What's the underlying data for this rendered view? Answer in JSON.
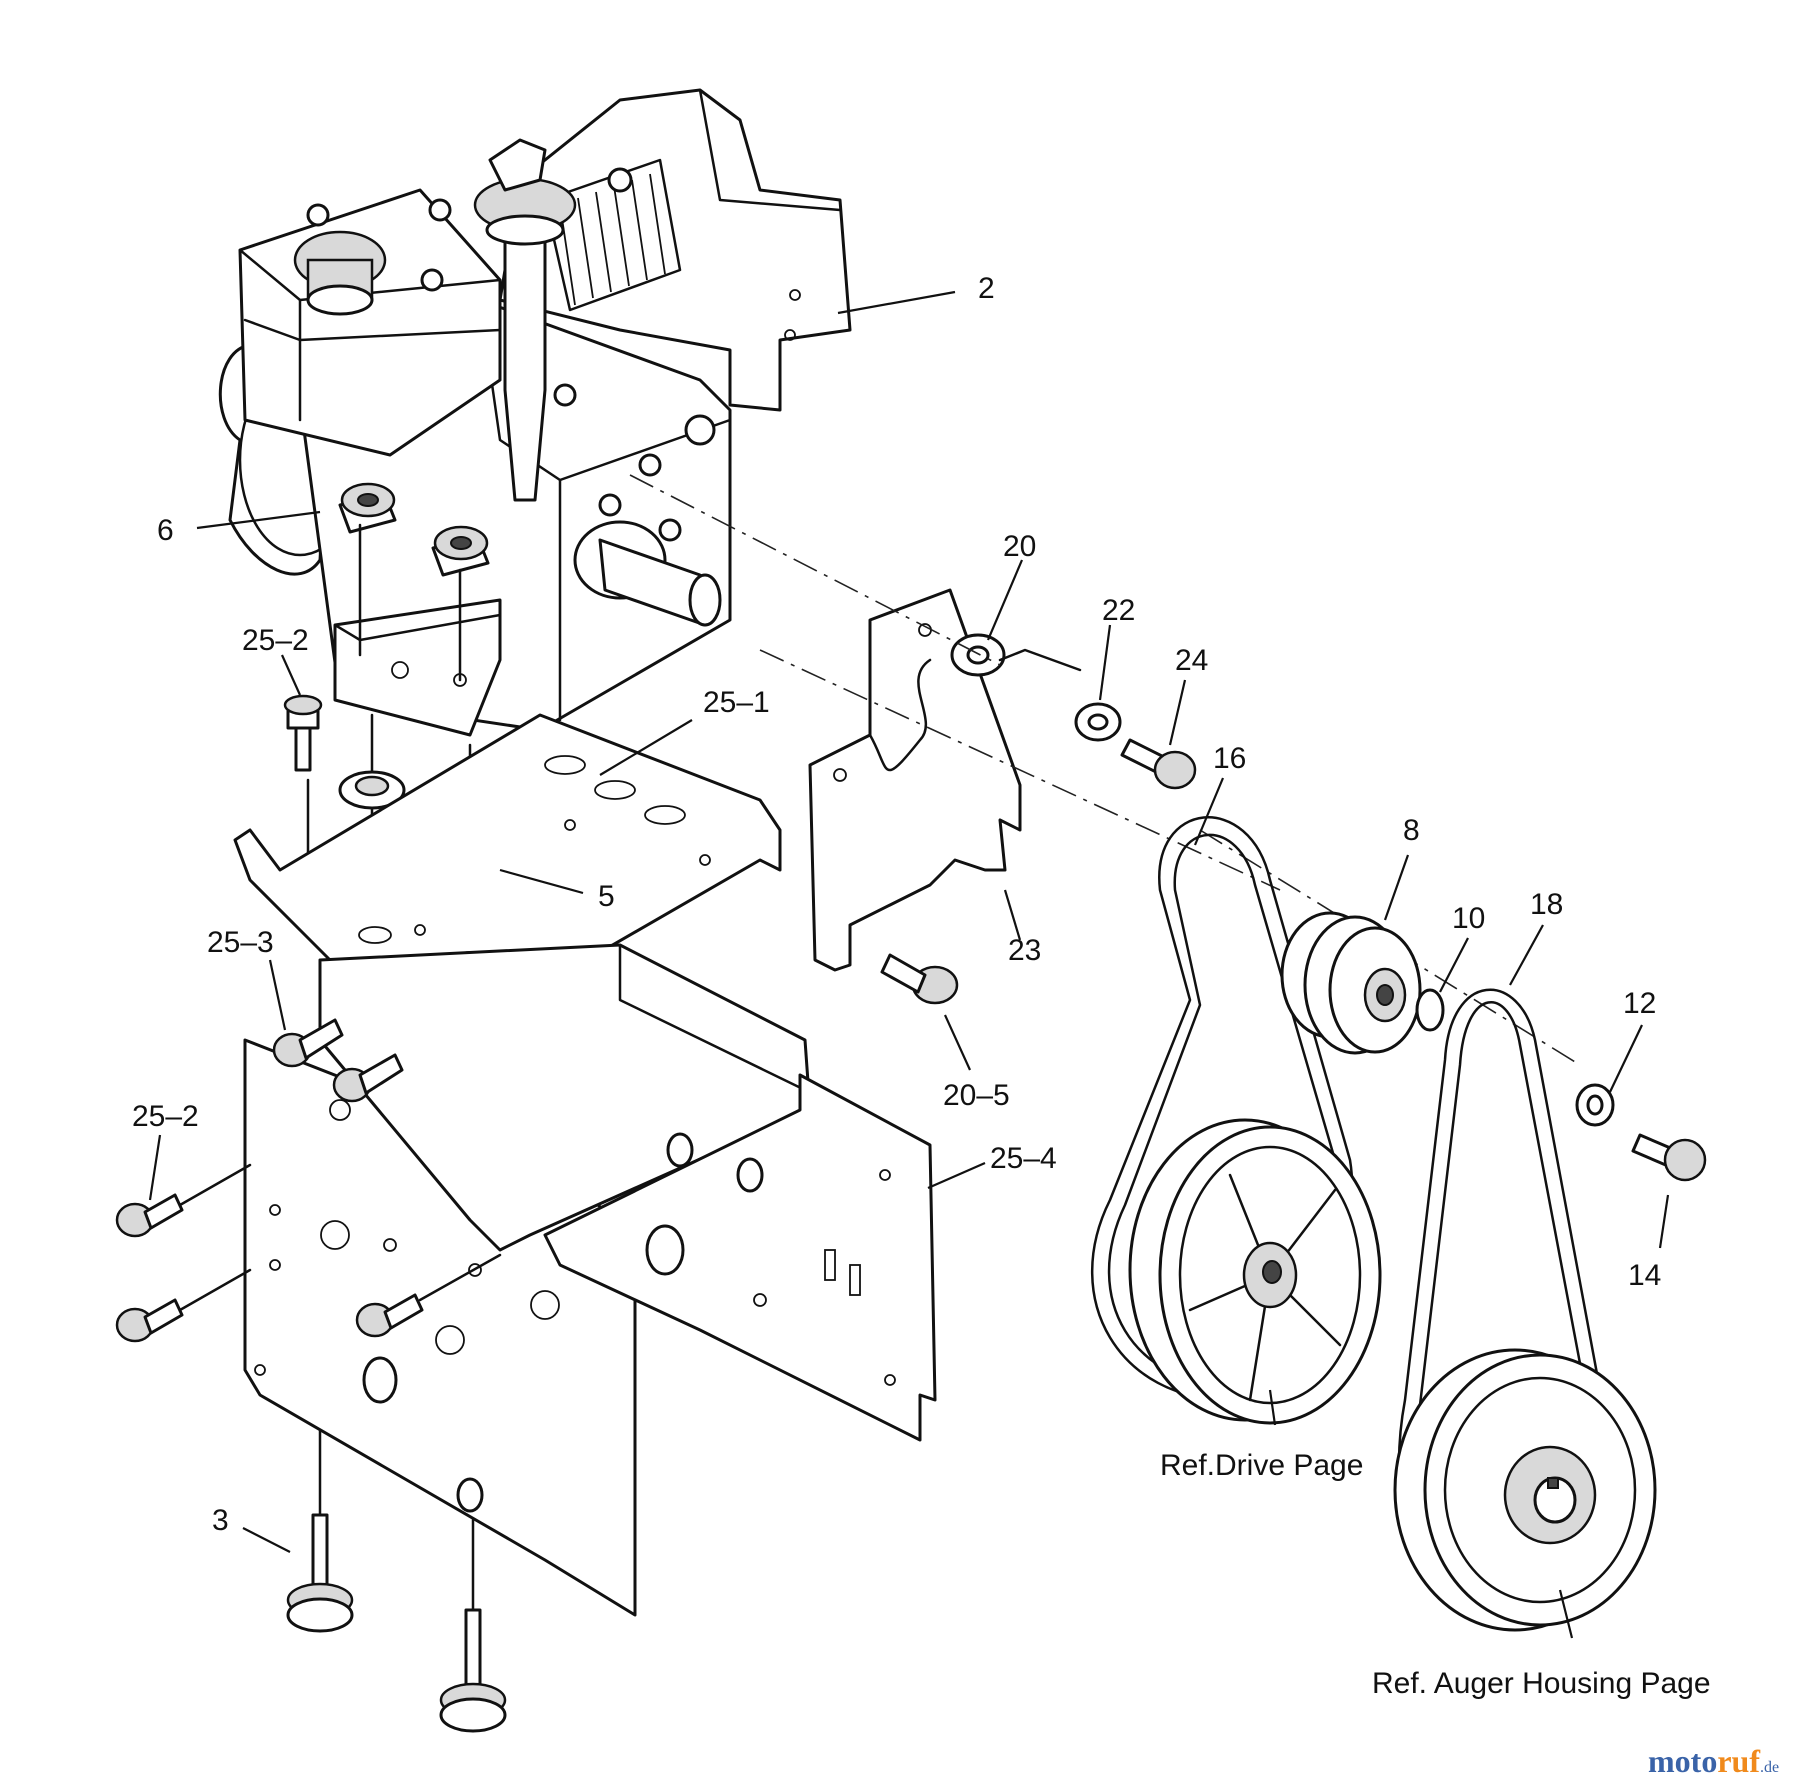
{
  "callouts": {
    "p2": "2",
    "p6": "6",
    "p20": "20",
    "p22": "22",
    "p24": "24",
    "p25_2_top": "25–2",
    "p25_1": "25–1",
    "p16": "16",
    "p8": "8",
    "p5": "5",
    "p10": "10",
    "p18": "18",
    "p25_3": "25–3",
    "p23": "23",
    "p12": "12",
    "p20_5": "20–5",
    "p25_2_left": "25–2",
    "p25_4": "25–4",
    "p14": "14",
    "p3": "3"
  },
  "references": {
    "drive": "Ref.Drive Page",
    "auger": "Ref. Auger Housing Page"
  },
  "watermark": {
    "part1": "moto",
    "part2": "ruf",
    "suffix": ".de"
  },
  "colors": {
    "line": "#111111",
    "watermark_blue": "#3a63a8",
    "watermark_orange": "#f08a1c"
  }
}
